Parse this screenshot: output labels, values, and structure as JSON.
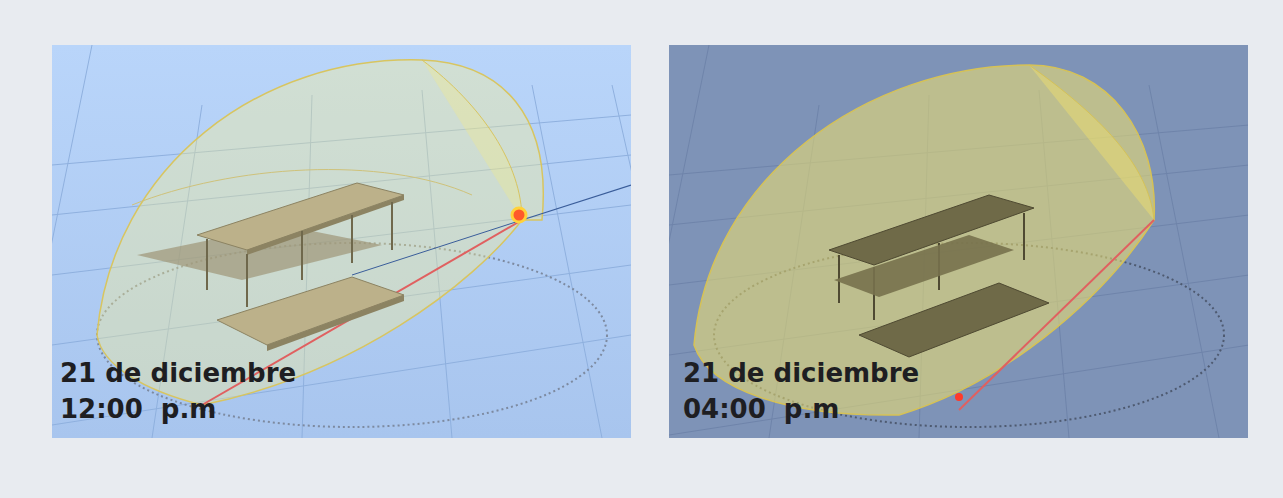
{
  "diagram": {
    "labels": [
      "21 de diciembre",
      "12:00  p.m",
      "21 de diciembre",
      "04:00  p.m"
    ]
  }
}
